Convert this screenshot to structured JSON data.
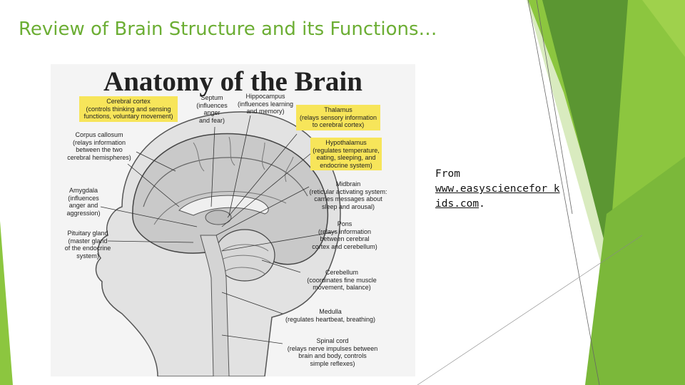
{
  "slide": {
    "title": "Review of Brain Structure and its Functions…",
    "accent_color": "#6cae34"
  },
  "figure": {
    "title": "Anatomy of the Brain",
    "highlighted": [
      {
        "name": "Cerebral cortex",
        "desc": "(controls thinking and sensing\nfunctions, voluntary movement)"
      },
      {
        "name": "Thalamus",
        "desc": "(relays sensory information\nto cerebral cortex)"
      },
      {
        "name": "Hypothalamus",
        "desc": "(regulates temperature,\neating, sleeping, and\nendocrine system)"
      }
    ],
    "labels": [
      {
        "name": "Septum",
        "desc": "(influences\nanger\nand fear)"
      },
      {
        "name": "Hippocampus",
        "desc": "(influences learning\nand memory)"
      },
      {
        "name": "Corpus callosum",
        "desc": "(relays information\nbetween the two\ncerebral hemispheres)"
      },
      {
        "name": "Midbrain",
        "desc": "(reticular activating system:\ncarries messages about\nsleep and arousal)"
      },
      {
        "name": "Amygdala",
        "desc": "(influences\nanger and\naggression)"
      },
      {
        "name": "Pons",
        "desc": "(relays information\nbetween cerebral\ncortex and cerebellum)"
      },
      {
        "name": "Pituitary gland",
        "desc": "(master gland\nof the endocrine\nsystem)"
      },
      {
        "name": "Cerebellum",
        "desc": "(coordinates fine muscle\nmovement, balance)"
      },
      {
        "name": "Medulla",
        "desc": "(regulates heartbeat, breathing)"
      },
      {
        "name": "Spinal cord",
        "desc": "(relays nerve impulses between\nbrain and body, controls\nsimple reflexes)"
      }
    ]
  },
  "credit": {
    "prefix": "From",
    "link_text": "www.easysciencefor kids.com",
    "suffix": "."
  }
}
